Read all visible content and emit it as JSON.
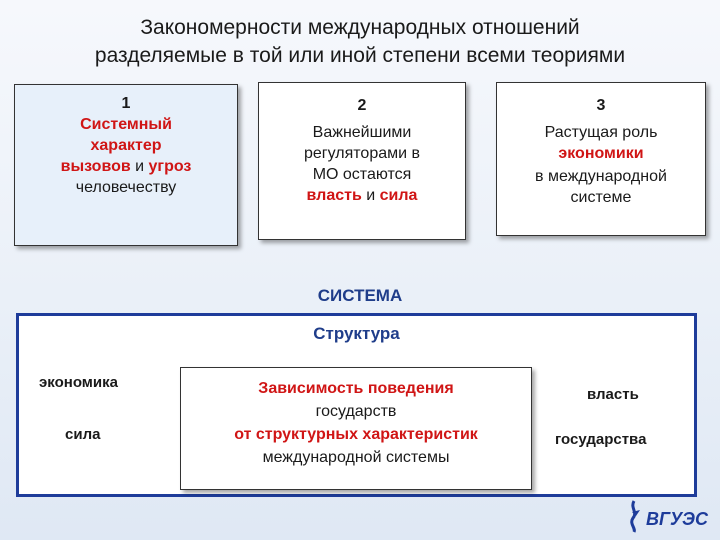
{
  "title": {
    "line1": "Закономерности международных отношений",
    "line2": "разделяемые в той или иной степени всеми теориями"
  },
  "box1": {
    "number": "1",
    "red_a": "Системный",
    "red_b": "характер",
    "red_c": "вызовов",
    "plain_and": "и",
    "red_d": "угроз",
    "plain_end": "человечеству"
  },
  "box2": {
    "number": "2",
    "line1": "Важнейшими",
    "line2": "регуляторами в",
    "line3": "МО остаются",
    "red_a": "власть",
    "plain_and": "и",
    "red_b": "сила"
  },
  "box3": {
    "number": "3",
    "line1": "Растущая роль",
    "red": "экономики",
    "line3": "в международной",
    "line4": "системе"
  },
  "system": {
    "label": "СИСТЕМА",
    "structure_label": "Структура",
    "left_top": "экономика",
    "left_bottom": "сила",
    "right_top": "власть",
    "right_bottom": "государства",
    "center": {
      "red1": "Зависимость поведения",
      "plain1": "государств",
      "red2": "от структурных характеристик",
      "plain2": "международной системы"
    }
  },
  "logo": {
    "text": "ВГУЭС"
  },
  "colors": {
    "accent_red": "#d01515",
    "frame_blue": "#1e3c9a",
    "label_blue": "#1f3d8a"
  }
}
